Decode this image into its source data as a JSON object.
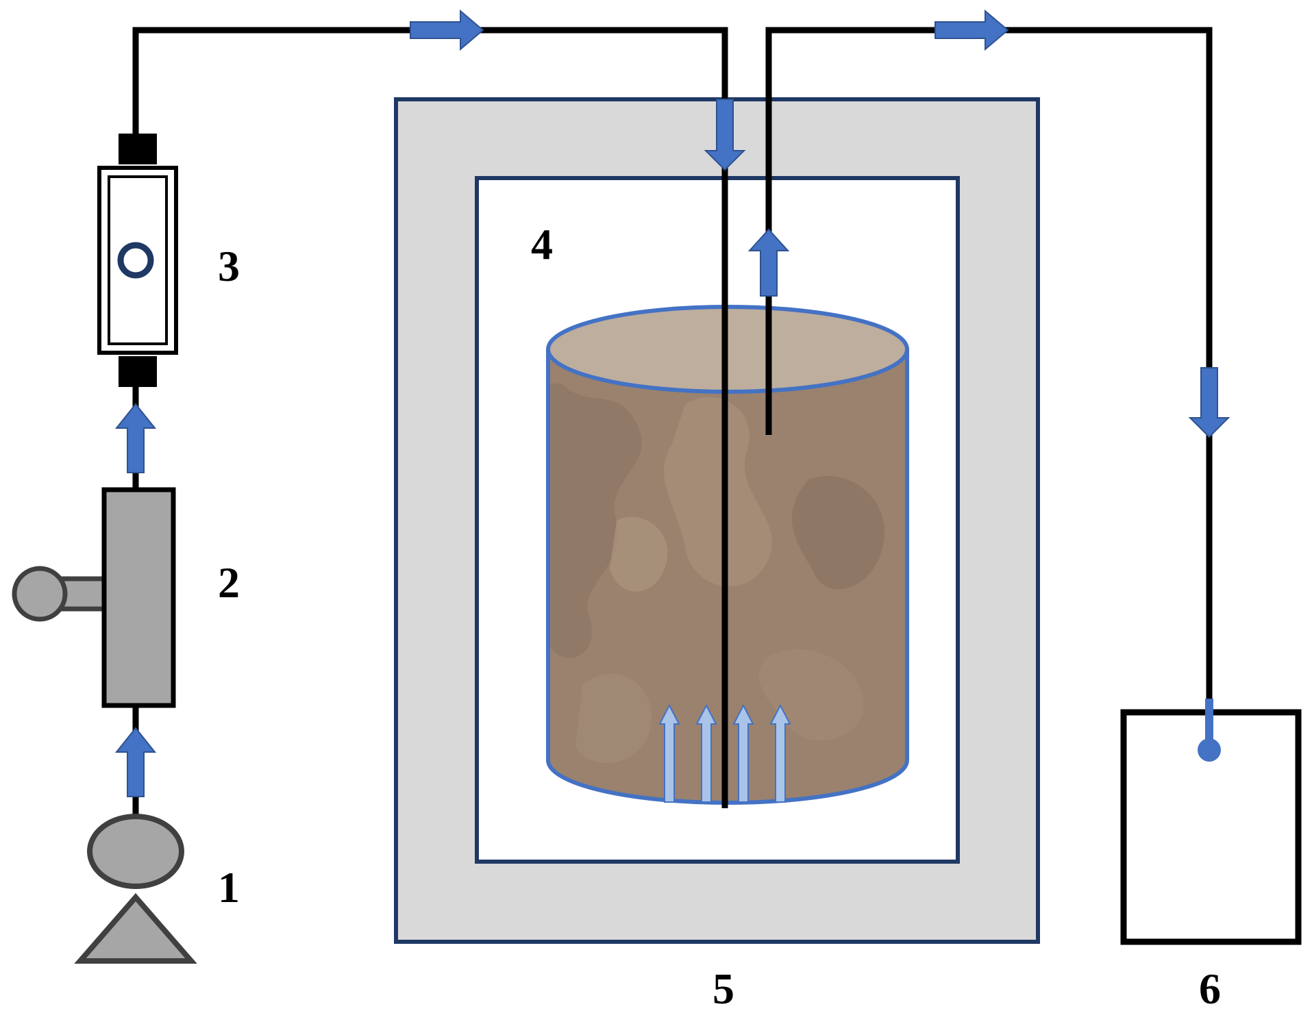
{
  "labels": {
    "gas_source": "1",
    "regulator": "2",
    "flowmeter": "3",
    "sample_column": "4",
    "chamber": "5",
    "collector": "6"
  },
  "components": [
    {
      "id": "gas_source",
      "icon": "gas-cylinder-icon"
    },
    {
      "id": "regulator",
      "icon": "pressure-regulator-icon"
    },
    {
      "id": "flowmeter",
      "icon": "rotameter-icon"
    },
    {
      "id": "sample_column",
      "icon": "cylinder-column-icon"
    },
    {
      "id": "chamber",
      "icon": "chamber-box-icon"
    },
    {
      "id": "collector",
      "icon": "collection-box-icon"
    }
  ],
  "colors": {
    "pipe": "#000000",
    "flow_arrow": "#4472C4",
    "column_fill": "#9A826E",
    "column_outline": "#4472C4",
    "chamber_fill": "#D9D9D9",
    "chamber_outline": "#1F3864",
    "device_gray": "#A6A6A6",
    "device_outline": "#404040"
  }
}
